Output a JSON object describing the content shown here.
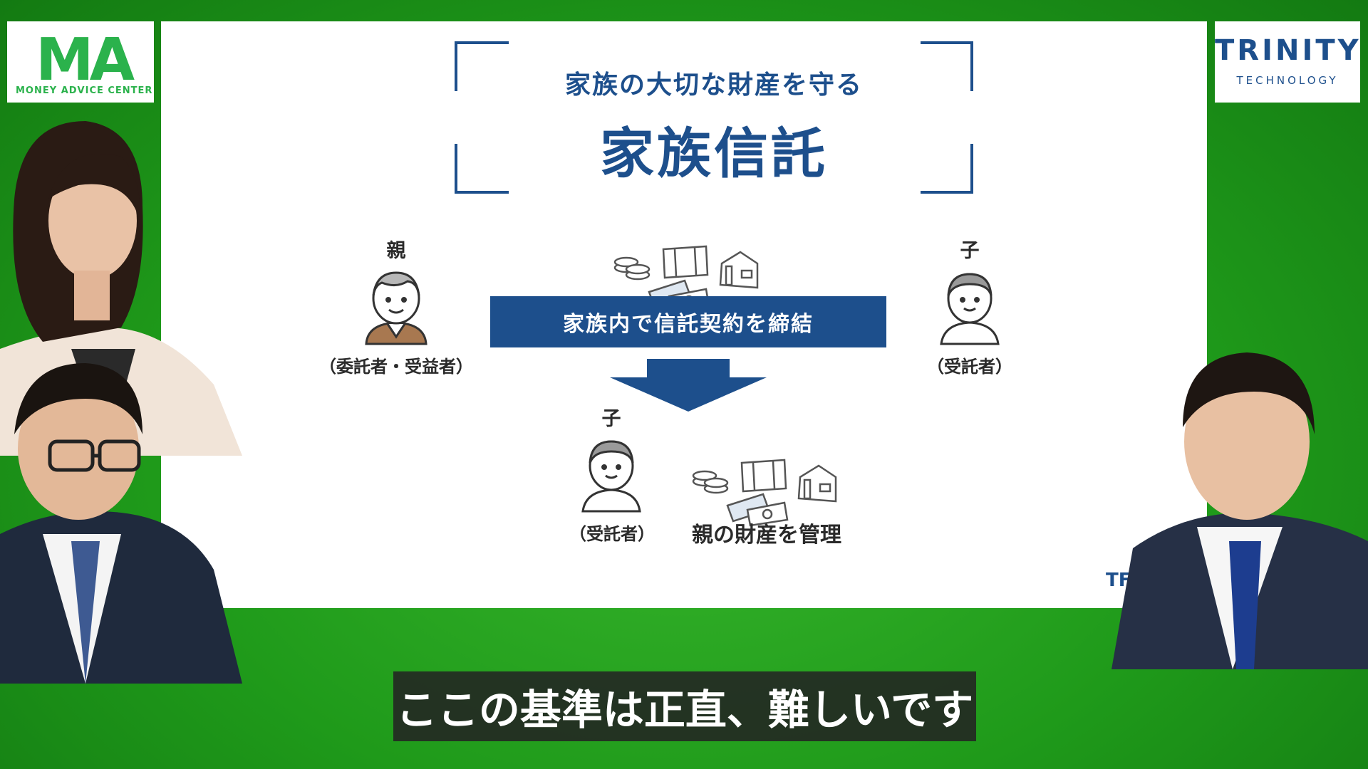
{
  "logos": {
    "left": {
      "letters": "MA",
      "subtitle": "MONEY ADVICE CENTER"
    },
    "right": {
      "name": "TRINITY",
      "subtitle": "TECHNOLOGY"
    }
  },
  "slide": {
    "title_sub": "家族の大切な財産を守る",
    "title_main": "家族信託",
    "parent_label": "親",
    "parent_role": "（委託者・受益者）",
    "child_label_top": "子",
    "child_role_top": "（受託者）",
    "banner": "家族内で信託契約を締結",
    "child_label_bottom": "子",
    "child_role_bottom": "（受託者）",
    "manage_label": "親の財産を管理",
    "partial_logo_text": "TF"
  },
  "subtitle": {
    "text": "ここの基準は正直、難しいです"
  },
  "colors": {
    "green_bg": "#1f9a1a",
    "slide_blue": "#1d4f8c",
    "ma_green": "#2bb24c"
  }
}
